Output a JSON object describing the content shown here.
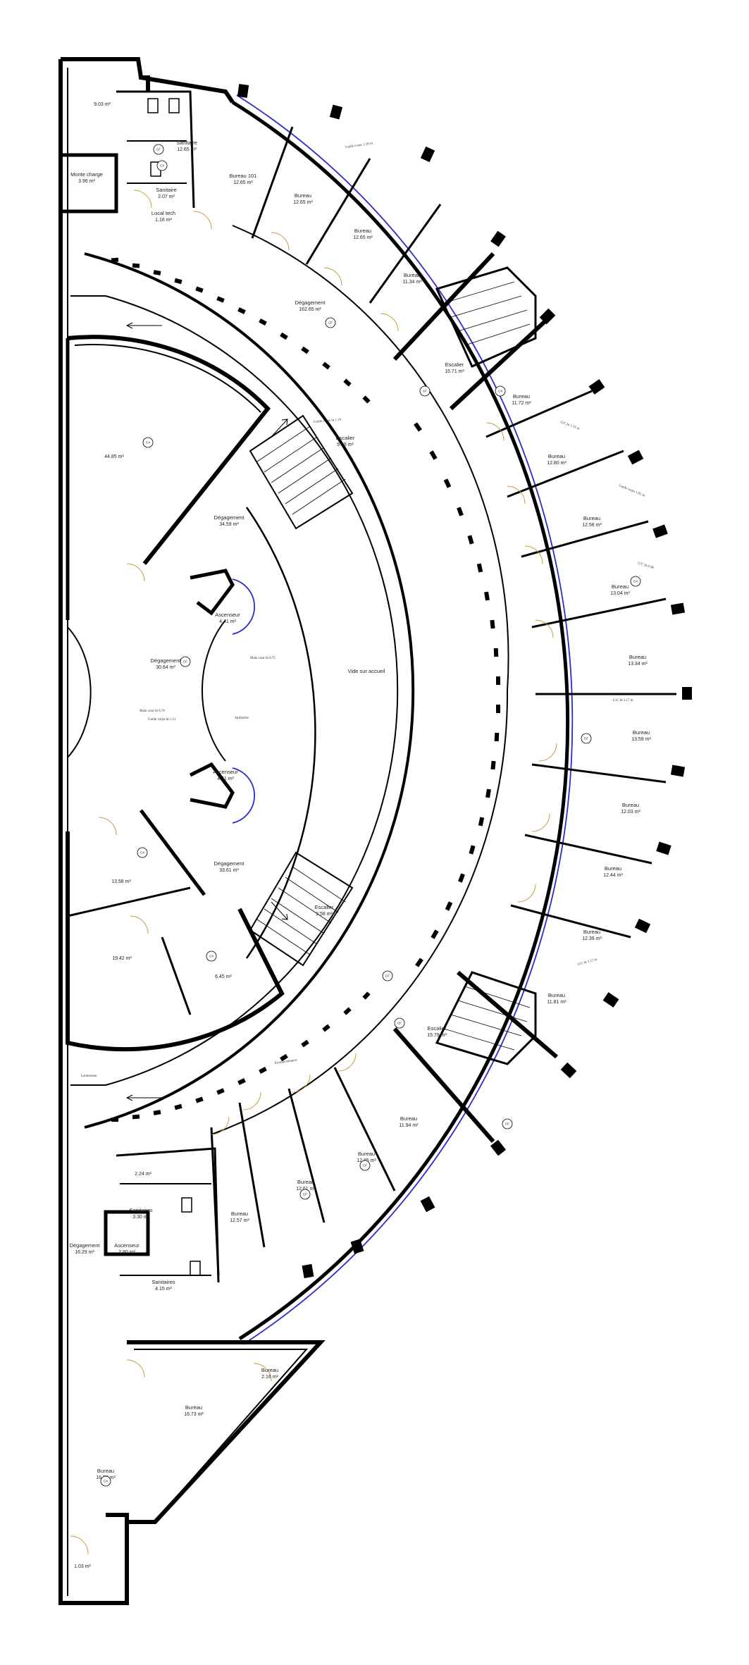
{
  "colors": {
    "wall": "#000000",
    "door_swing": "#c89b3c",
    "glazing": "#2b2bd1",
    "background": "#ffffff"
  },
  "rooms": [
    {
      "id": "r01",
      "name": "",
      "area": "9.03 m²"
    },
    {
      "id": "r02",
      "name": "Monte charge",
      "area": "3.96 m²"
    },
    {
      "id": "r03",
      "name": "Sanitaire",
      "area": "12.65 m²"
    },
    {
      "id": "r04",
      "name": "Sanitaire",
      "area": "2.07 m²"
    },
    {
      "id": "r05",
      "name": "Local tech",
      "area": "1.16 m²"
    },
    {
      "id": "r06",
      "name": "Bureau 101",
      "area": "12.65 m²"
    },
    {
      "id": "r07",
      "name": "Bureau",
      "area": "12.65 m²"
    },
    {
      "id": "r08",
      "name": "Bureau",
      "area": "12.65 m²"
    },
    {
      "id": "r09",
      "name": "Bureau",
      "area": "11.34 m²"
    },
    {
      "id": "r10",
      "name": "Dégagement",
      "area": "162.65 m²"
    },
    {
      "id": "r11",
      "name": "Escalier",
      "area": "15.71 m²"
    },
    {
      "id": "r12",
      "name": "Bureau",
      "area": "11.72 m²"
    },
    {
      "id": "r13",
      "name": "Bureau",
      "area": "12.80 m²"
    },
    {
      "id": "r14",
      "name": "Bureau",
      "area": "12.56 m²"
    },
    {
      "id": "r15",
      "name": "Bureau",
      "area": "13.04 m²"
    },
    {
      "id": "r16",
      "name": "Bureau",
      "area": "13.34 m²"
    },
    {
      "id": "r17",
      "name": "Bureau",
      "area": "13.59 m²"
    },
    {
      "id": "r18",
      "name": "Bureau",
      "area": "12.03 m²"
    },
    {
      "id": "r19",
      "name": "Bureau",
      "area": "12.44 m²"
    },
    {
      "id": "r20",
      "name": "Bureau",
      "area": "12.39 m²"
    },
    {
      "id": "r21",
      "name": "Bureau",
      "area": "11.81 m²"
    },
    {
      "id": "r22",
      "name": "Escalier",
      "area": "15.79 m²"
    },
    {
      "id": "r23",
      "name": "Bureau",
      "area": "11.94 m²"
    },
    {
      "id": "r24",
      "name": "Bureau",
      "area": "12.85 m²"
    },
    {
      "id": "r25",
      "name": "Bureau",
      "area": "12.61 m²"
    },
    {
      "id": "r26",
      "name": "Bureau",
      "area": "12.57 m²"
    },
    {
      "id": "r27",
      "name": "",
      "area": "44.85 m²"
    },
    {
      "id": "r28",
      "name": "Escalier",
      "area": "9.58 m²"
    },
    {
      "id": "r29",
      "name": "Dégagement",
      "area": "34.59 m²"
    },
    {
      "id": "r30",
      "name": "Ascenseur",
      "area": "4.41 m²"
    },
    {
      "id": "r31",
      "name": "Dégagement",
      "area": "30.64 m²"
    },
    {
      "id": "r32",
      "name": "Vide sur accueil",
      "area": ""
    },
    {
      "id": "r33",
      "name": "Ascenseur",
      "area": "4.41 m²"
    },
    {
      "id": "r34",
      "name": "",
      "area": "13.58 m²"
    },
    {
      "id": "r35",
      "name": "Dégagement",
      "area": "33.61 m²"
    },
    {
      "id": "r36",
      "name": "Escalier",
      "area": "9.58 m²"
    },
    {
      "id": "r37",
      "name": "",
      "area": "19.42 m²"
    },
    {
      "id": "r38",
      "name": "",
      "area": "6.45 m²"
    },
    {
      "id": "r39",
      "name": "",
      "area": "2.24 m²"
    },
    {
      "id": "r40",
      "name": "Sanitaires",
      "area": "3.30 m²"
    },
    {
      "id": "r41",
      "name": "Ascenseur",
      "area": "2.80 m²"
    },
    {
      "id": "r42",
      "name": "Dégagement",
      "area": "16.29 m²"
    },
    {
      "id": "r43",
      "name": "Sanitaires",
      "area": "4.15 m²"
    },
    {
      "id": "r44",
      "name": "Bureau",
      "area": "2.16 m²"
    },
    {
      "id": "r45",
      "name": "Bureau",
      "area": "16.73 m²"
    },
    {
      "id": "r46",
      "name": "Bureau",
      "area": "16.70 m²"
    },
    {
      "id": "r47",
      "name": "",
      "area": "1.03 m²"
    }
  ],
  "tags": [
    "CF",
    "C4",
    "CF",
    "CF",
    "C4",
    "C4",
    "CF",
    "C4",
    "CF",
    "CF",
    "C4",
    "C4",
    "CF",
    "CF",
    "CF",
    "C4",
    "CF"
  ],
  "notes": [
    {
      "id": "n1",
      "text": "Garde corps 1.10 m"
    },
    {
      "id": "n2",
      "text": "G/C ht 1.19 m"
    },
    {
      "id": "n3",
      "text": "Garde corps 1.01 m"
    },
    {
      "id": "n4",
      "text": "G/C ht 0.90"
    },
    {
      "id": "n5",
      "text": "G/C ht 1.17 m"
    },
    {
      "id": "n6",
      "text": "G/C ht 1.17 m"
    },
    {
      "id": "n7",
      "text": "Garde corps ht 1.10"
    },
    {
      "id": "n8",
      "text": "Main cour ht 0.75"
    },
    {
      "id": "n9",
      "text": "Main cour ht 0.76"
    },
    {
      "id": "n10",
      "text": "Garde corps ht 1.21"
    },
    {
      "id": "n11",
      "text": "Jardinière"
    },
    {
      "id": "n12",
      "text": "Emmarchement"
    },
    {
      "id": "n13",
      "text": "Lanterneau"
    }
  ]
}
